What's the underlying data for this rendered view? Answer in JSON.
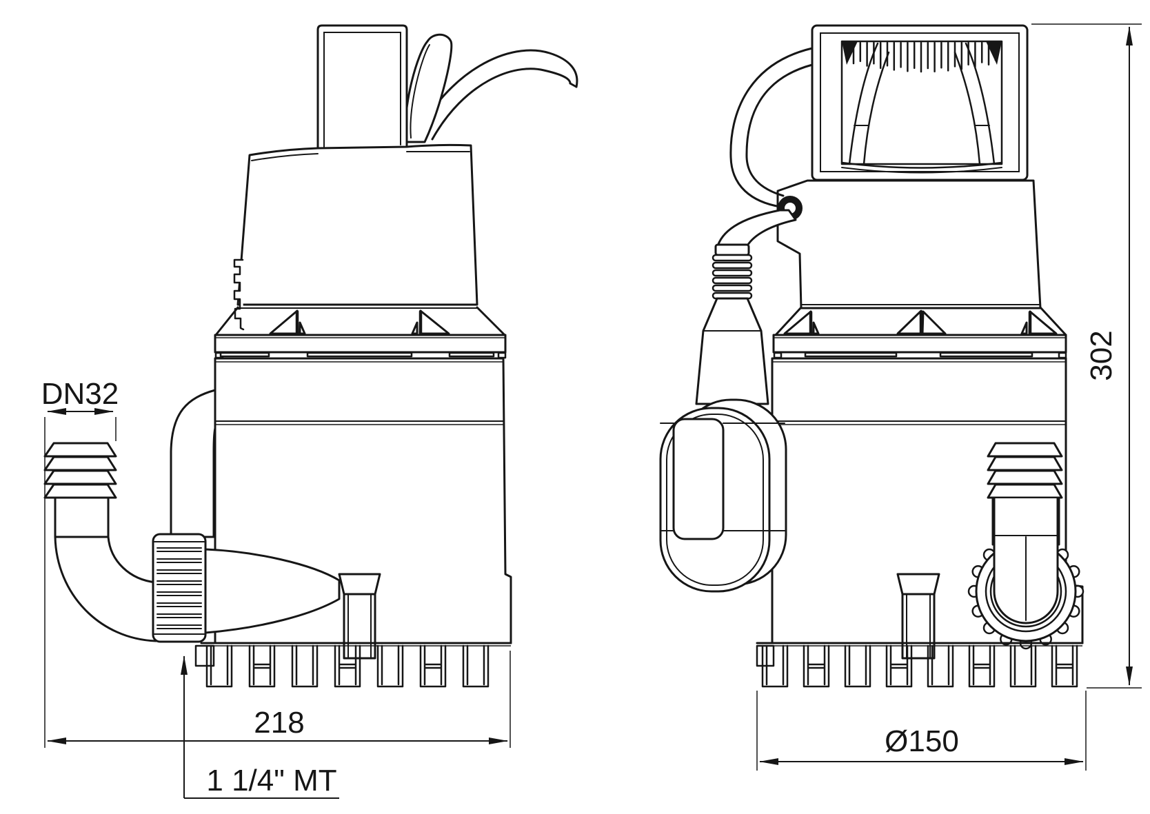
{
  "drawing": {
    "background_color": "#ffffff",
    "line_color": "#161616",
    "labels": {
      "outlet_diameter": "DN32",
      "overall_width": "218",
      "thread_size": "1 1/4\" MT",
      "base_diameter": "Ø150",
      "overall_height": "302"
    }
  }
}
